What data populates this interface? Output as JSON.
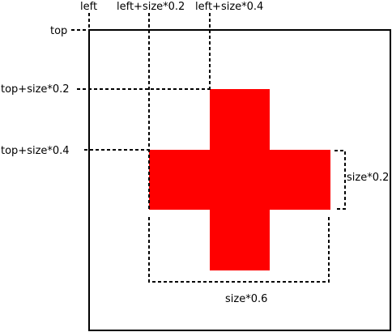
{
  "labels": {
    "left": "left",
    "left_plus_02": "left+size*0.2",
    "left_plus_04": "left+size*0.4",
    "top": "top",
    "top_plus_02": "top+size*0.2",
    "top_plus_04": "top+size*0.4",
    "size_02": "size*0.2",
    "size_06": "size*0.6"
  },
  "colors": {
    "cross": "#ff0000",
    "outline": "#000000",
    "background": "#ffffff"
  }
}
